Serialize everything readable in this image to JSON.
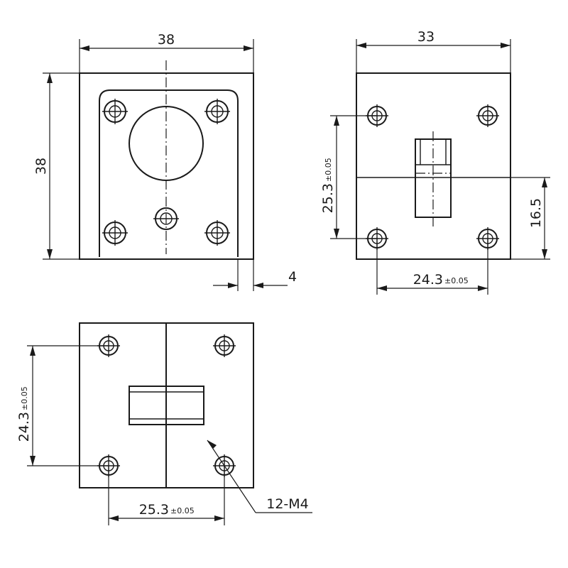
{
  "front_view": {
    "width_label": "38",
    "height_label": "38",
    "thickness_label": "4"
  },
  "side_view": {
    "width_label": "33",
    "vertical_label": "25.3",
    "vertical_tol": "±0.05",
    "horizontal_label": "24.3",
    "horizontal_tol": "±0.05",
    "height_label": "16.5"
  },
  "bottom_view": {
    "vertical_label": "24.3",
    "vertical_tol": "±0.05",
    "horizontal_label": "25.3",
    "horizontal_tol": "±0.05",
    "thread_callout": "12-M4"
  }
}
